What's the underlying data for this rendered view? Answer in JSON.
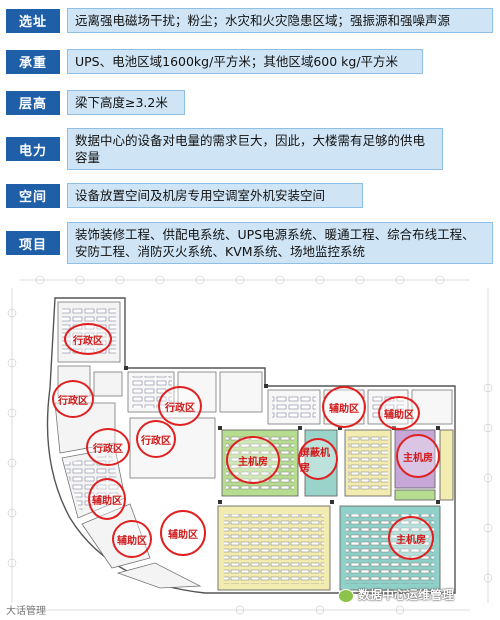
{
  "requirements": [
    {
      "tag": "选址",
      "text": "远离强电磁场干扰；粉尘；水灾和火灾隐患区域；强振源和强噪声源"
    },
    {
      "tag": "承重",
      "text": "UPS、电池区域1600kg/平方米；其他区域600 kg/平方米"
    },
    {
      "tag": "层高",
      "text": "梁下高度≥3.2米"
    },
    {
      "tag": "电力",
      "text": "数据中心的设备对电量的需求巨大，因此，大楼需有足够的供电容量"
    },
    {
      "tag": "空间",
      "text": "设备放置空间及机房专用空调室外机安装空间"
    },
    {
      "tag": "项目",
      "text": "装饰装修工程、供配电系统、UPS电源系统、暖通工程、综合布线工程、安防工程、消防灭火系统、KVM系统、场地监控系统"
    }
  ],
  "floor_plan": {
    "zones": [
      {
        "label": "行政区"
      },
      {
        "label": "行政区"
      },
      {
        "label": "行政区"
      },
      {
        "label": "行政区"
      },
      {
        "label": "辅助区"
      },
      {
        "label": "辅助区"
      },
      {
        "label": "辅助区"
      },
      {
        "label": "辅助区"
      },
      {
        "label": "主机房"
      },
      {
        "label": "屏蔽机房"
      },
      {
        "label": "主机房"
      },
      {
        "label": "主机房"
      },
      {
        "label": "行政区"
      },
      {
        "label": "辅助区"
      }
    ],
    "colors": {
      "green_room": "#b6dc8f",
      "yellow_room": "#f3ecb0",
      "teal_room": "#8fd0c8",
      "purple_room": "#c7a6d8",
      "stamp": "#e02020",
      "tag_bg": "#1f5fa8",
      "box_bg": "#cfe5f6"
    }
  },
  "watermark": {
    "right": "数据中心运维管理",
    "left": "大话管理"
  }
}
